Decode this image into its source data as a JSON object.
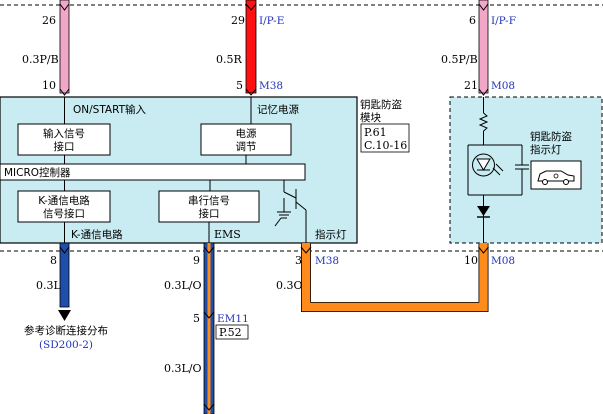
{
  "wires": [
    {
      "id": "w1",
      "pin_top": "26",
      "gauge": "0.3P/B",
      "pin_bottom": "10",
      "color": "#f2a6c8"
    },
    {
      "id": "w2",
      "pin_top": "29",
      "conn_top": "I/P-E",
      "gauge": "0.5R",
      "pin_bottom": "5",
      "conn_bottom": "M38",
      "color": "#ff1111"
    },
    {
      "id": "w3",
      "pin_top": "6",
      "conn_top": "I/P-F",
      "gauge": "0.5P/B",
      "pin_bottom": "21",
      "conn_bottom": "M08",
      "color": "#f2a6c8"
    },
    {
      "id": "w4",
      "pin": "8",
      "gauge": "0.3L",
      "color": "#1f4fa8"
    },
    {
      "id": "w5",
      "pin": "9",
      "gauge": "0.3L/O",
      "color": "#1f4fa8",
      "stripe": "#ff8c1a"
    },
    {
      "id": "w6",
      "pin": "3",
      "conn": "M38",
      "gauge": "0.3O",
      "color": "#ff8c1a",
      "dest_pin": "10",
      "dest_conn": "M08"
    },
    {
      "id": "w7",
      "pin_top": "5",
      "conn_top": "EM11",
      "ref": "P.52",
      "gauge": "0.3L/O"
    }
  ],
  "module": {
    "title_line1": "钥匙防盗",
    "title_line2": "模块",
    "ref_line1": "P.61",
    "ref_line2": "C.10-16",
    "label_on_start": "ON/START输入",
    "label_memory": "记忆电源",
    "box_input_line1": "输入信号",
    "box_input_line2": "接口",
    "box_power_line1": "电源",
    "box_power_line2": "调节",
    "micro": "MICRO控制器",
    "box_k_line1": "K-通信电路",
    "box_k_line2": "信号接口",
    "box_serial_line1": "串行信号",
    "box_serial_line2": "接口",
    "label_k_comm": "K-通信电路",
    "label_ems": "EMS",
    "label_indicator": "指示灯"
  },
  "indicator": {
    "label_line1": "钥匙防盗",
    "label_line2": "指示灯"
  },
  "reference": {
    "text": "参考诊断连接分布",
    "code": "(SD200-2)"
  },
  "colors": {
    "module_fill": "#c8ecf2",
    "link_blue": "#2233bb"
  }
}
